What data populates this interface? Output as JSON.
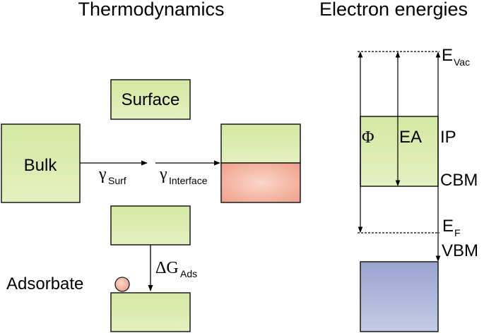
{
  "titles": {
    "left": "Thermodynamics",
    "right": "Electron energies"
  },
  "thermo": {
    "bulk": "Bulk",
    "surface": "Surface",
    "gamma": "γ",
    "gamma_surf_sub": "Surf",
    "gamma_interface_sub": "Interface",
    "delta_g": "ΔG",
    "delta_g_sub": "Ads",
    "adsorbate": "Adsorbate"
  },
  "electron": {
    "e_label": "E",
    "vac_sub": "Vac",
    "f_sub": "F",
    "phi": "Φ",
    "ea": "EA",
    "ip": "IP",
    "cbm": "CBM",
    "vbm": "VBM"
  },
  "colors": {
    "green_box": "#d9eaa9",
    "green_stroke": "#1a1a1a",
    "pink_box": "#f3b6a4",
    "blue_box": "#aab4d6",
    "adsorbate_fill": "#f3b6a4"
  }
}
